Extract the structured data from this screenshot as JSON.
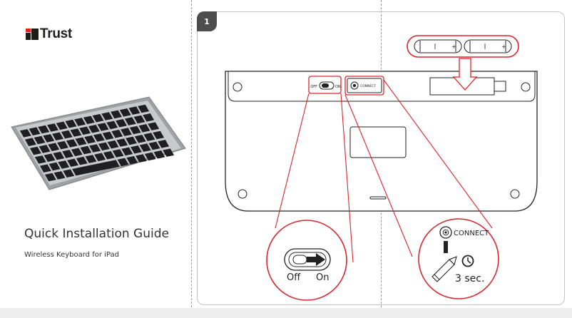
{
  "brand": {
    "name": "Trust"
  },
  "left_panel": {
    "title": "Quick Installation Guide",
    "subtitle": "Wireless Keyboard for iPad"
  },
  "step": {
    "number": "1"
  },
  "diagram": {
    "switch_off_label": "OFF",
    "switch_on_label": "ON",
    "connect_label": "CONNECT",
    "zoom_off_label": "Off",
    "zoom_on_label": "On",
    "zoom_connect_label": "CONNECT",
    "hold_time": "3 sec."
  },
  "colors": {
    "callout": "#d9252b",
    "outline": "#222222",
    "badge": "#4d4d4d"
  },
  "icons": [
    "trust-logo",
    "keyboard-photo",
    "battery-icon",
    "arrow-down-icon",
    "power-switch-icon",
    "connect-button-icon",
    "pencil-icon",
    "clock-icon"
  ]
}
